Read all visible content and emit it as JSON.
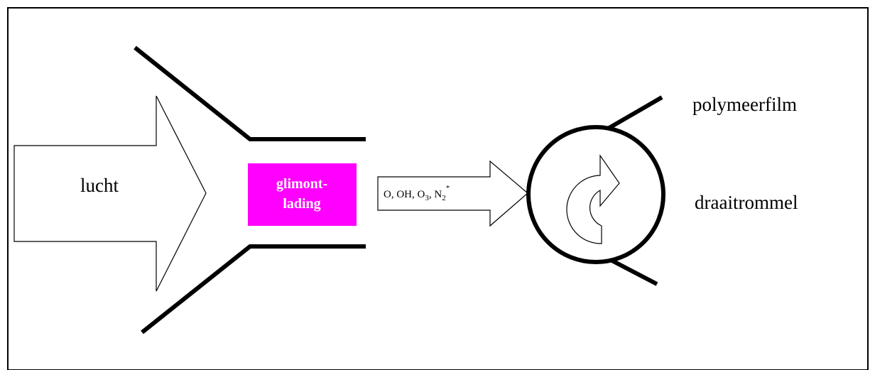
{
  "diagram": {
    "input_label": "lucht",
    "discharge_label_line1": "glimont-",
    "discharge_label_line2": "lading",
    "species": {
      "prefix": "O, OH, O",
      "o3_sub": "3",
      "mid": ", N",
      "n2_sub": "2",
      "n2_sup": "*"
    },
    "film_label": "polymeerfilm",
    "drum_label": "draaitrommel"
  },
  "colors": {
    "discharge_fill": "#ff00ff",
    "stroke": "#000000",
    "background": "#ffffff"
  }
}
